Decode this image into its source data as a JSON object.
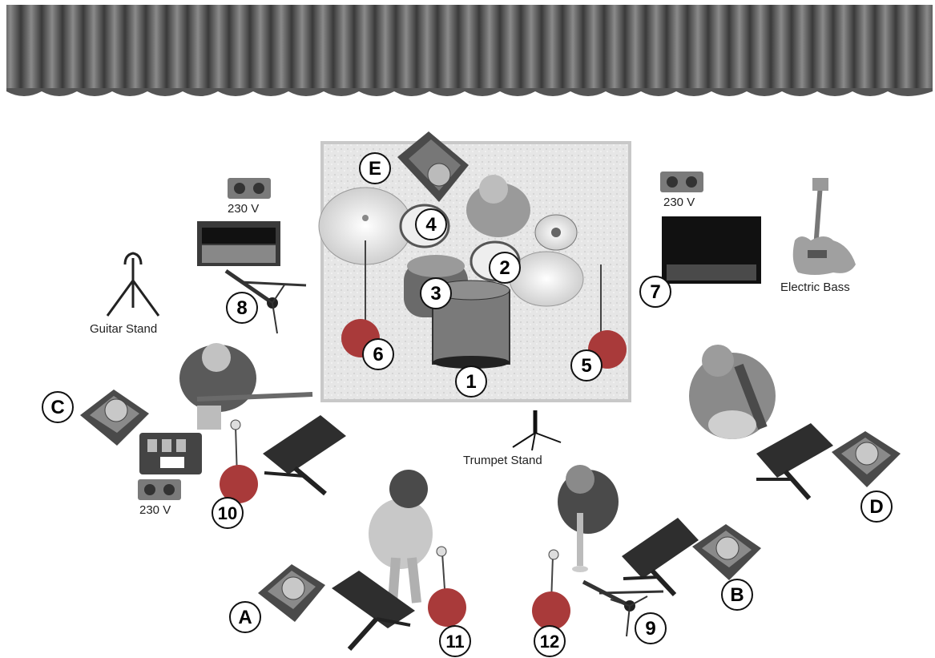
{
  "labels": {
    "guitar_stand": "Guitar Stand",
    "trumpet_stand": "Trumpet Stand",
    "electric_bass": "Electric Bass",
    "power_left": "230 V",
    "power_right": "230 V",
    "power_bottom": "230 V"
  },
  "numbers": {
    "n1": "1",
    "n2": "2",
    "n3": "3",
    "n4": "4",
    "n5": "5",
    "n6": "6",
    "n7": "7",
    "n8": "8",
    "n9": "9",
    "n10": "10",
    "n11": "11",
    "n12": "12"
  },
  "letters": {
    "A": "A",
    "B": "B",
    "C": "C",
    "D": "D",
    "E": "E"
  },
  "colors": {
    "curtain": "#5a5a5a",
    "riser": "#e4e4e4",
    "mic_base": "#a93a3a",
    "speaker": "#3a3a3a",
    "badge_stroke": "#111111"
  }
}
